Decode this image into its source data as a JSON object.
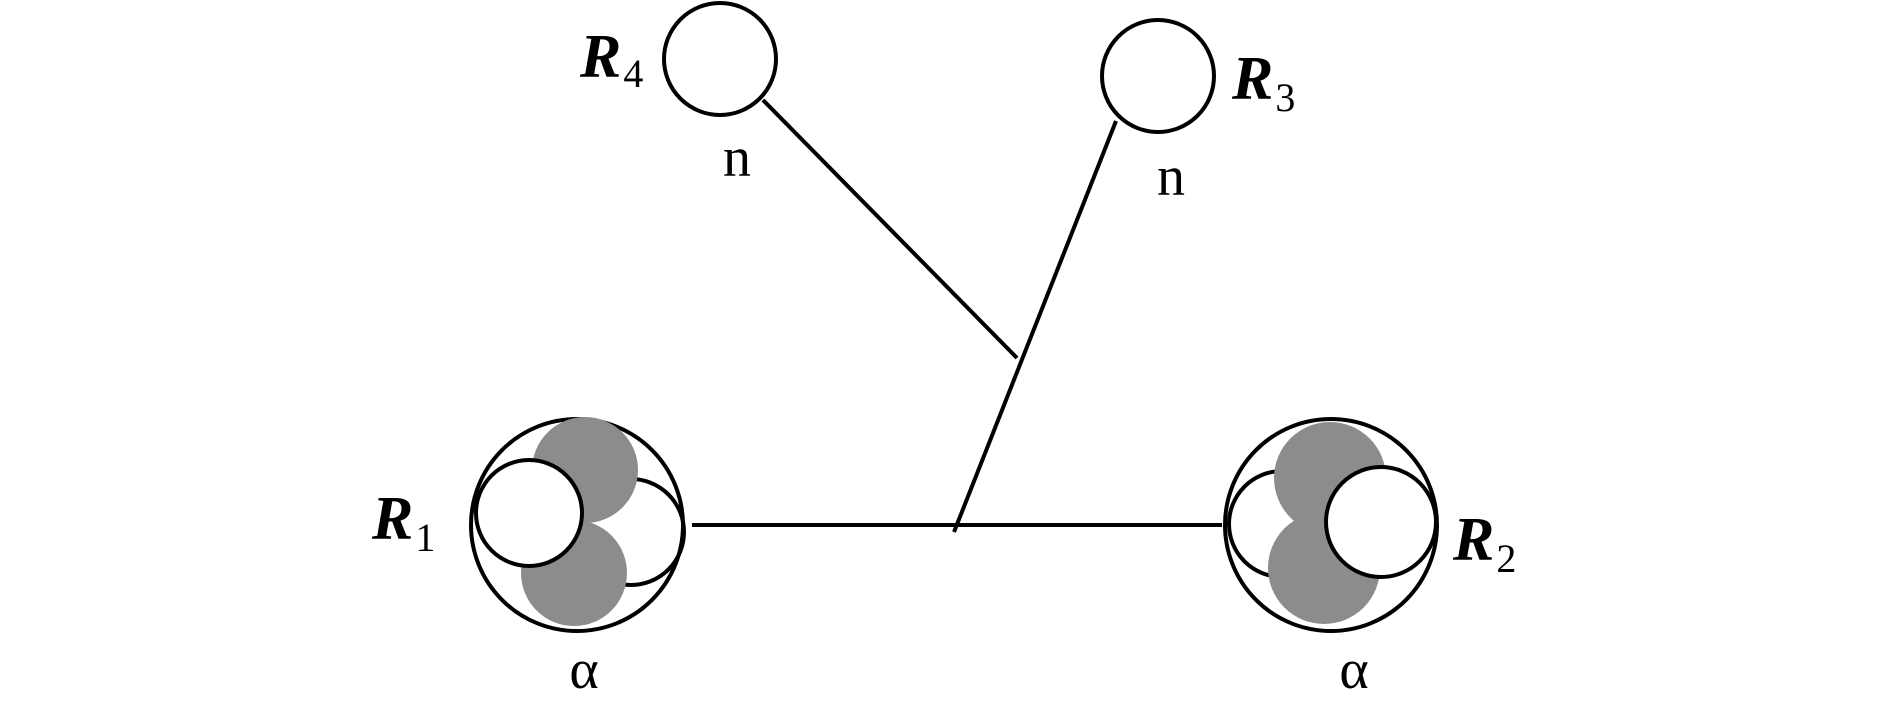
{
  "colors": {
    "proton": "#8c8c8c",
    "neutron": "#ffffff",
    "outline": "#000000"
  },
  "clusters": [
    {
      "id": "R4",
      "letter": "R",
      "index": "4",
      "type": "n"
    },
    {
      "id": "R3",
      "letter": "R",
      "index": "3",
      "type": "n"
    },
    {
      "id": "R1",
      "letter": "R",
      "index": "1",
      "type": "α"
    },
    {
      "id": "R2",
      "letter": "R",
      "index": "2",
      "type": "α"
    }
  ]
}
